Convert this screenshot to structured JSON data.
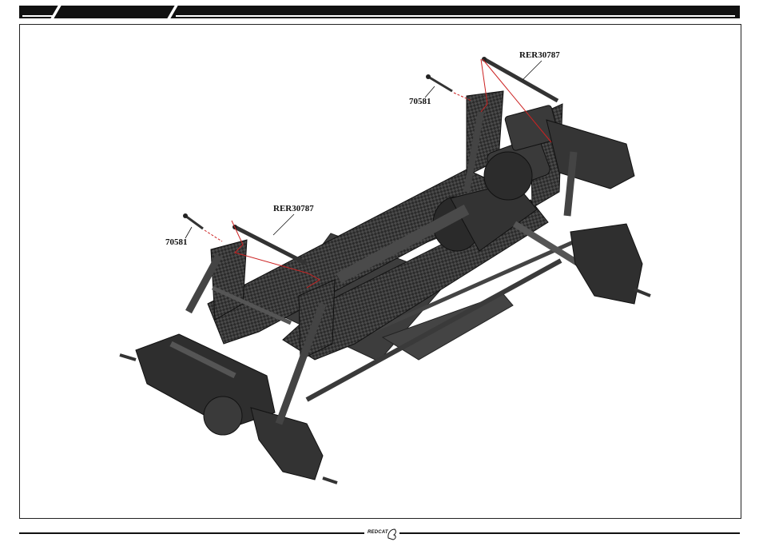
{
  "callouts": {
    "rear_shaft": "RER30787",
    "rear_screw": "70581",
    "front_shaft": "RER30787",
    "front_screw": "70581"
  },
  "footer": {
    "logo_text": "REDCAT"
  },
  "colors": {
    "leader_line": "#cc2222",
    "chassis_dark": "#2e2e2e",
    "chassis_mid": "#555555",
    "plate": "#3a3a3a"
  }
}
